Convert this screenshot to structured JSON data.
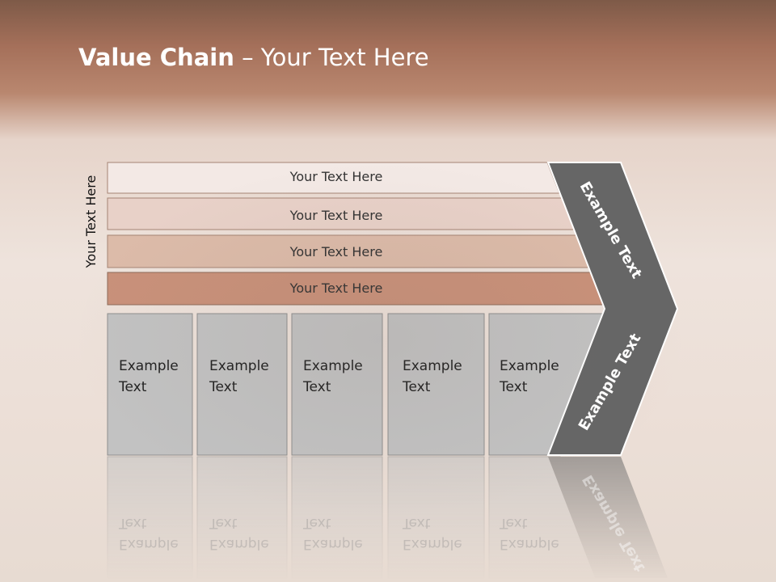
{
  "slide": {
    "title_bold": "Value Chain",
    "title_rest": " – Your Text Here",
    "side_label": "Your Text Here"
  },
  "rows": [
    {
      "label": "Your Text Here",
      "fill": "#f3e9e5"
    },
    {
      "label": "Your Text Here",
      "fill": "#e8d1c8"
    },
    {
      "label": "Your Text Here",
      "fill": "#dcbba9"
    },
    {
      "label": "Your Text Here",
      "fill": "#c9917a"
    }
  ],
  "cells": [
    {
      "line1": "Example",
      "line2": "Text"
    },
    {
      "line1": "Example",
      "line2": "Text"
    },
    {
      "line1": "Example",
      "line2": "Text"
    },
    {
      "line1": "Example",
      "line2": "Text"
    },
    {
      "line1": "Example",
      "line2": "Text"
    }
  ],
  "chevron": {
    "upper_label": "Example Text",
    "lower_label": "Example Text",
    "fill": "#666666"
  },
  "colors": {
    "cell_fill": "#c2c2c2",
    "cell_border": "#8e8e8e"
  }
}
